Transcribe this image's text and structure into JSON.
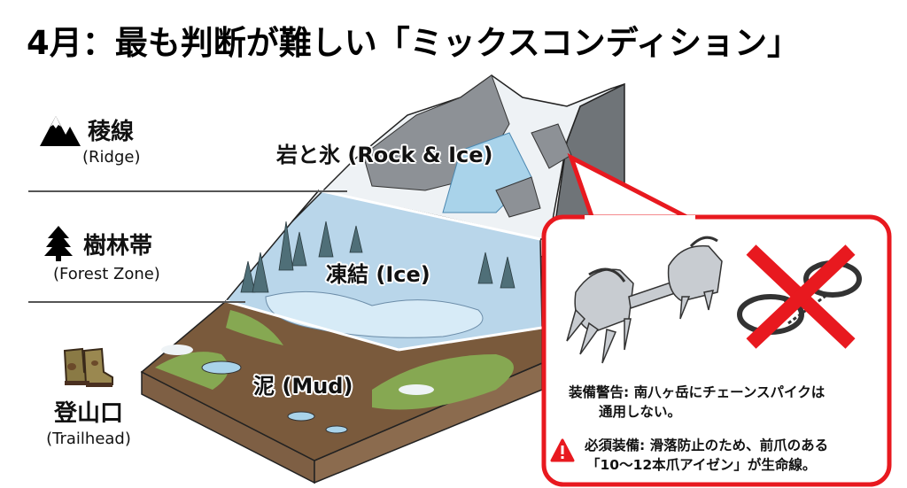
{
  "title": "4月：最も判断が難しい「ミックスコンディション」",
  "zones": [
    {
      "id": "ridge",
      "icon": "mountain-icon",
      "label_jp": "稜線",
      "label_en": "(Ridge)"
    },
    {
      "id": "forest",
      "icon": "tree-icon",
      "label_jp": "樹林帯",
      "label_en": "(Forest Zone)"
    },
    {
      "id": "trailhead",
      "icon": "boots-icon",
      "label_jp": "登山口",
      "label_en": "(Trailhead)"
    }
  ],
  "terrain_labels": {
    "rock_ice": "岩と氷 (Rock & Ice)",
    "ice": "凍結 (Ice)",
    "mud": "泥 (Mud)"
  },
  "callout": {
    "border_color": "#e8191f",
    "recommended_item": "crampons-12-point",
    "prohibited_item": "chain-spikes",
    "warning_line1": "装備警告: 南八ヶ岳にチェーンスパイクは",
    "warning_line2": "通用しない。",
    "required_line1": "必須装備: 滑落防止のため、前爪のある",
    "required_line2": "「10〜12本爪アイゼン」が生命線。",
    "warning_icon": "warning-triangle-icon"
  },
  "colors": {
    "accent_red": "#e8191f",
    "rock": "#8d9196",
    "ice": "#a9d3ea",
    "mud": "#7a5a3c",
    "grass": "#86a852",
    "side_gray": "#6f7478",
    "side_blue": "#5b7791",
    "side_brown": "#8b6b4e"
  }
}
